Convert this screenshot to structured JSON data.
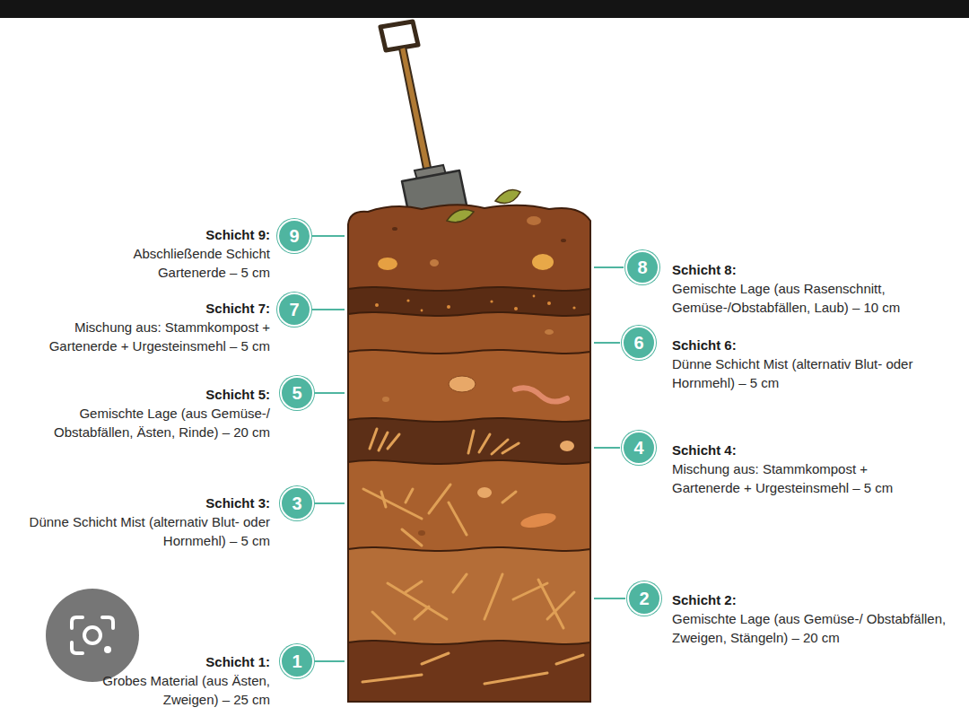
{
  "diagram": {
    "nodes": [
      {
        "text": [
          "9"
        ]
      },
      {
        "text": [
          "8"
        ]
      },
      {
        "text": [
          "7"
        ]
      },
      {
        "text": [
          "6"
        ]
      },
      {
        "text": [
          "5"
        ]
      },
      {
        "text": [
          "4"
        ]
      },
      {
        "text": [
          "3"
        ]
      },
      {
        "text": [
          "2"
        ]
      },
      {
        "text": [
          "1"
        ]
      }
    ],
    "labels": [
      "Schicht 9:",
      "Abschließende Schicht Gartenerde – 5 cm",
      "Schicht 8:",
      "Gemischte Lage (aus Rasenschnitt, Gemüse-/Obstabfällen, Laub) – 10 cm",
      "Schicht 7:",
      "Mischung aus: Stammkompost + Gartenerde + Urgesteinsmehl – 5 cm",
      "Schicht 6:",
      "Dünne Schicht Mist (alternativ Blut- oder Hornmehl) – 5 cm",
      "Schicht 5:",
      "Gemischte Lage (aus Gemüse-/ Obstabfällen, Ästen, Rinde) – 20 cm",
      "Schicht 4:",
      "Mischung aus: Stammkompost + Gartenerde + Urgesteinsmehl – 5 cm",
      "Schicht 3:",
      "Dünne Schicht Mist (alternativ Blut- oder Hornmehl) – 5 cm",
      "Schicht 2:",
      "Gemischte Lage (aus Gemüse-/ Obstabfällen, Zweigen, Stängeln) – 20 cm",
      "Schicht 1:",
      "Grobes Material (aus Ästen, Zweigen) – 25 cm"
    ]
  }
}
